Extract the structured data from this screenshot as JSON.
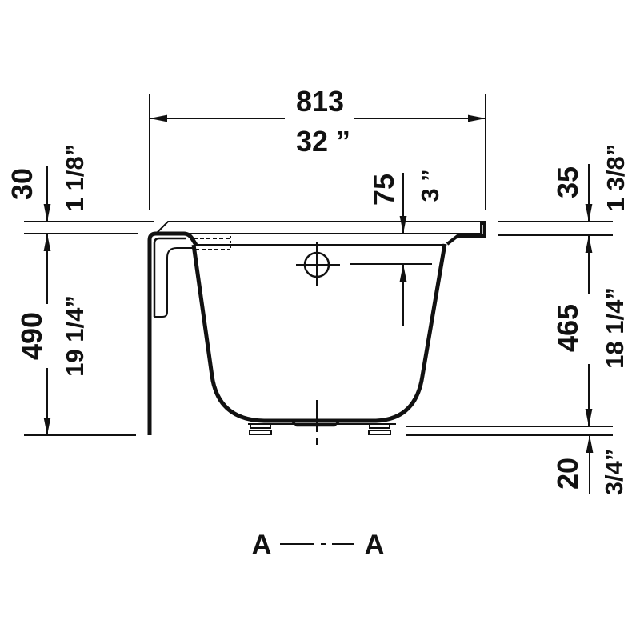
{
  "diagram": {
    "title": "Bathtub cross-section A-A",
    "colors": {
      "ink": "#111111",
      "background": "#ffffff"
    },
    "dimensions": {
      "overall_width": {
        "mm": "813",
        "inch": "32 ”"
      },
      "rim_thickness_left": {
        "mm": "30",
        "inch": "1 1/8”"
      },
      "overflow_depth": {
        "mm": "75",
        "inch": "3 ”"
      },
      "rim_thickness_right": {
        "mm": "35",
        "inch": "1 3/8”"
      },
      "total_height_left": {
        "mm": "490",
        "inch": "19 1/4”"
      },
      "tub_depth_right": {
        "mm": "465",
        "inch": "18 1/4”"
      },
      "foot_height": {
        "mm": "20",
        "inch": "3/4”"
      }
    },
    "section_label": {
      "left": "A",
      "right": "A"
    }
  }
}
